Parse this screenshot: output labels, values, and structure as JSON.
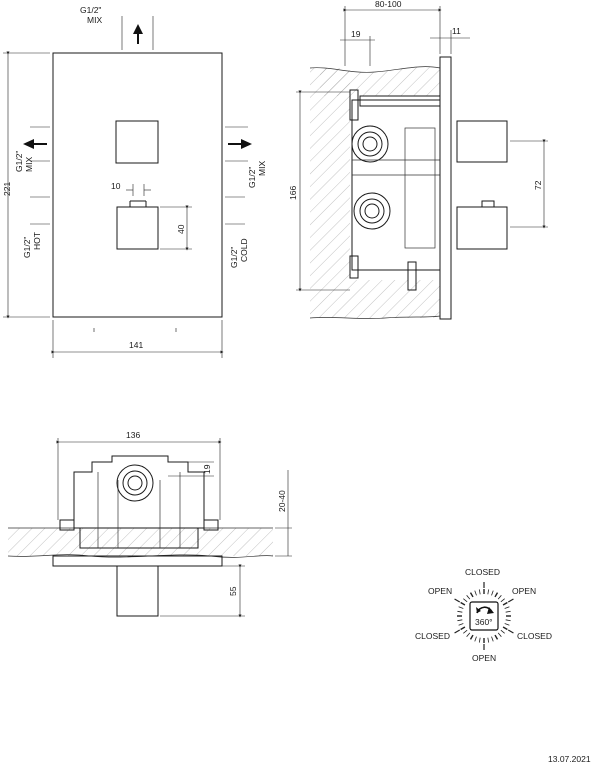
{
  "front_view": {
    "mix_top_label": [
      "G1/2\"",
      "MIX"
    ],
    "mix_left_label": [
      "G1/2\"",
      "MIX"
    ],
    "mix_right_label": [
      "G1/2\"",
      "MIX"
    ],
    "hot_label": [
      "G1/2\"",
      "HOT"
    ],
    "cold_label": [
      "G1/2\"",
      "COLD"
    ],
    "dim_width": "141",
    "dim_height": "221",
    "dim_10": "10",
    "dim_40": "40"
  },
  "side_view": {
    "dim_depth": "80-100",
    "dim_11": "11",
    "dim_19": "19",
    "dim_166": "166",
    "dim_72": "72"
  },
  "top_view": {
    "dim_width": "136",
    "dim_19": "19",
    "dim_wall": "20-40",
    "dim_55": "55"
  },
  "rotation_diagram": {
    "closed_top": "CLOSED",
    "open_left": "OPEN",
    "open_right": "OPEN",
    "closed_left": "CLOSED",
    "closed_right": "CLOSED",
    "open_bottom": "OPEN",
    "center_label": "360°"
  },
  "footer": {
    "date": "13.07.2021"
  }
}
